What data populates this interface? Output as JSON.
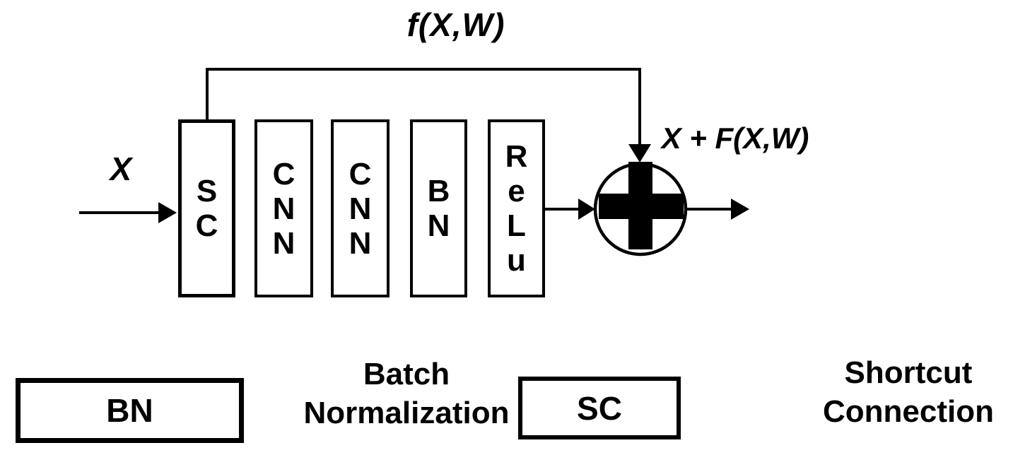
{
  "diagram": {
    "function_label": "f(X,W)",
    "input_label": "X",
    "output_label": "X + F(X,W)",
    "blocks": [
      {
        "label": "SC",
        "chars": [
          "S",
          "C"
        ]
      },
      {
        "label": "CNN",
        "chars": [
          "C",
          "N",
          "N"
        ]
      },
      {
        "label": "CNN",
        "chars": [
          "C",
          "N",
          "N"
        ]
      },
      {
        "label": "BN",
        "chars": [
          "B",
          "N"
        ]
      },
      {
        "label": "ReLu",
        "chars": [
          "R",
          "e",
          "L",
          "u"
        ]
      }
    ],
    "add_node": {
      "icon": "plus-in-circle",
      "operator": "+"
    }
  },
  "legend": {
    "items": [
      {
        "abbr": "BN",
        "meaning_lines": [
          "Batch",
          "Normalization"
        ]
      },
      {
        "abbr": "SC",
        "meaning_lines": [
          "Shortcut",
          "Connection"
        ]
      }
    ]
  },
  "colors": {
    "ink": "#000000",
    "background": "#ffffff"
  }
}
